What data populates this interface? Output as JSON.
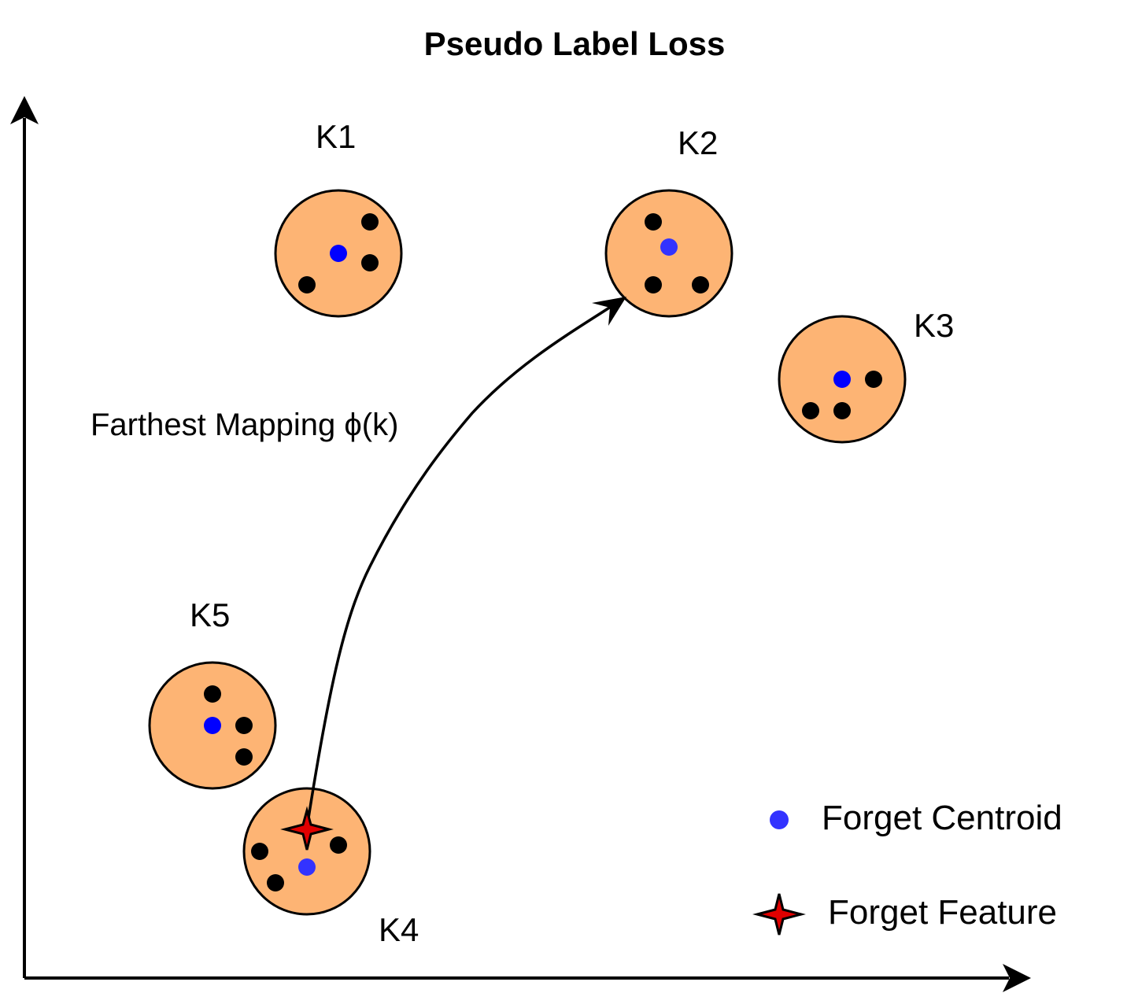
{
  "title": "Pseudo Label Loss",
  "clusters": [
    {
      "label": "K1"
    },
    {
      "label": "K2"
    },
    {
      "label": "K3"
    },
    {
      "label": "K4"
    },
    {
      "label": "K5"
    }
  ],
  "annotation": "Farthest Mapping ϕ(k)",
  "legend": {
    "centroid": "Forget Centroid",
    "feature": "Forget Feature"
  },
  "colors": {
    "cluster_fill": "#FDB474",
    "centroid": "#3333FF",
    "centroid_strong": "#0000FF",
    "point": "#000000",
    "feature_star": "#E00000",
    "stroke": "#000000"
  }
}
